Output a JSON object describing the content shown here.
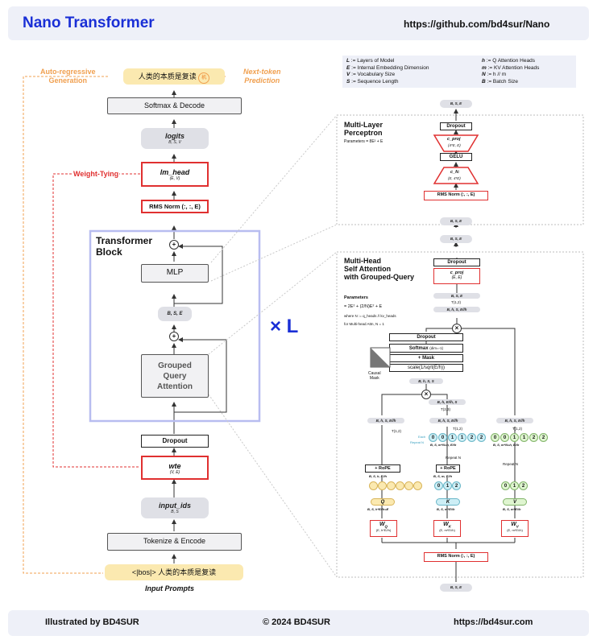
{
  "header": {
    "title": "Nano Transformer",
    "url": "https://github.com/bd4sur/Nano"
  },
  "footer": {
    "left": "Illustrated by BD4SUR",
    "center": "© 2024 BD4SUR",
    "right": "https://bd4sur.com"
  },
  "legend": [
    {
      "sym": "L",
      "def": " := Layers of Model"
    },
    {
      "sym": "E",
      "def": " := Internal Embedding Dimension"
    },
    {
      "sym": "V",
      "def": " := Vocabulary Size"
    },
    {
      "sym": "S",
      "def": " := Sequence Length"
    },
    {
      "sym": "h",
      "def": " := Q Attention Heads"
    },
    {
      "sym": "m",
      "def": " := KV Attention Heads"
    },
    {
      "sym": "N",
      "def": " := h // m"
    },
    {
      "sym": "B",
      "def": " := Batch Size"
    }
  ],
  "left": {
    "output_text": "人类的本质是复读",
    "output_token": "机",
    "autoregressive": "Auto-regressive\nGeneration",
    "next_token": "Next-token\nPrediction",
    "softmax": "Softmax & Decode",
    "logits": "logits",
    "logits_shape": "B, S, V",
    "lm_head": "lm_head",
    "lm_head_shape": "(E, V)",
    "weight_tying": "Weight-Tying",
    "rmsnorm": "RMS Norm (:, :, E)",
    "block_title": "Transformer\nBlock",
    "mlp": "MLP",
    "bse": "B, S, E",
    "gqa": "Grouped\nQuery\nAttention",
    "times_l": "× L",
    "dropout": "Dropout",
    "wte": "wte",
    "wte_shape": "(V, E)",
    "input_ids": "input_ids",
    "input_ids_shape": "B, S",
    "tokenize": "Tokenize & Encode",
    "prompt": "<|bos|> 人类的本质是复读",
    "input_prompts": "Input Prompts"
  },
  "mlp": {
    "title": "Multi-Layer\nPerceptron",
    "params": "Parameters = 8E² + E",
    "out_shape": "B, S, E",
    "dropout": "Dropout",
    "c_proj": "c_proj",
    "c_proj_shape": "(4*E, E)",
    "gelu": "GELU",
    "c_fc": "c_fc",
    "c_fc_shape": "(E, 4*E)",
    "rmsnorm": "RMS Norm (:, :, E)",
    "in_shape": "B, S, E"
  },
  "attn": {
    "title": "Multi-Head\nSelf Attention\nwith Grouped-Query",
    "params_label": "Parameters",
    "params_eq": "= 2E² + (2/N)E² + E",
    "params_where": "where N := q_heads // kv_heads",
    "params_mha": "for Multi-head Attn, N = 1",
    "out_shape": "B, S, E",
    "dropout": "Dropout",
    "c_proj": "c_proj",
    "c_proj_shape": "(E, E)",
    "s1": "B, S, E",
    "t12a": "T(1,2)",
    "s2": "B, h, S, E//h",
    "dropout2": "Dropout",
    "softmax": "Softmax",
    "softmax_dim": "(dim=-1)",
    "mask": "+ Mask",
    "scale": "scale(1/sqrt(E/h))",
    "causal": "Causal\nMask",
    "bhss": "B, h, S, S",
    "s3": "B, h, E//h, S",
    "t23": "T(2,3)",
    "t12b": "T(1,2)",
    "t12c": "T(1,2)",
    "t12d": "T(1,2)",
    "q_bhse": "B, h, S, E//h",
    "k_bhse": "B, h, S, E//h",
    "v_bhse": "B, h, S, E//h",
    "k_rep": "B, S, m*N=h, E//h",
    "v_rep": "B, S, m*N=h, E//h",
    "each": "Each",
    "repeat_n_small": "Repeat N",
    "k_seq": [
      "0",
      "0",
      "1",
      "1",
      "2",
      "2"
    ],
    "v_seq": [
      "0",
      "0",
      "1",
      "1",
      "2",
      "2"
    ],
    "repeat_k": "Repeat N",
    "repeat_v": "Repeat N",
    "rope_q": "+ RoPE",
    "rope_k": "+ RoPE",
    "q_shape": "B, S, h, E//h",
    "k_shape": "B, S, m, E//h",
    "k_heads": [
      "0",
      "1",
      "2"
    ],
    "v_heads": [
      "0",
      "1",
      "2"
    ],
    "q": "Q",
    "k": "K",
    "v": "V",
    "q_out": "B, S, h*E//h=E",
    "k_out": "B, S, m*E//h",
    "v_out": "B, S, m*E//h",
    "wq": "W",
    "wq_sub": "Q",
    "wq_shape": "(E, h*E//h)",
    "wk": "W",
    "wk_sub": "K",
    "wk_shape": "(E, m*E//h)",
    "wv": "W",
    "wv_sub": "V",
    "wv_shape": "(E, m*E//h)",
    "rmsnorm": "RMS Norm (:, :, E)",
    "in_shape": "B, S, E"
  },
  "colors": {
    "accent": "#1a2fd6",
    "red": "#e03030",
    "orange": "#f0a050",
    "block": "#b8bdf0",
    "dashed_gray": "#bdbdbd"
  }
}
